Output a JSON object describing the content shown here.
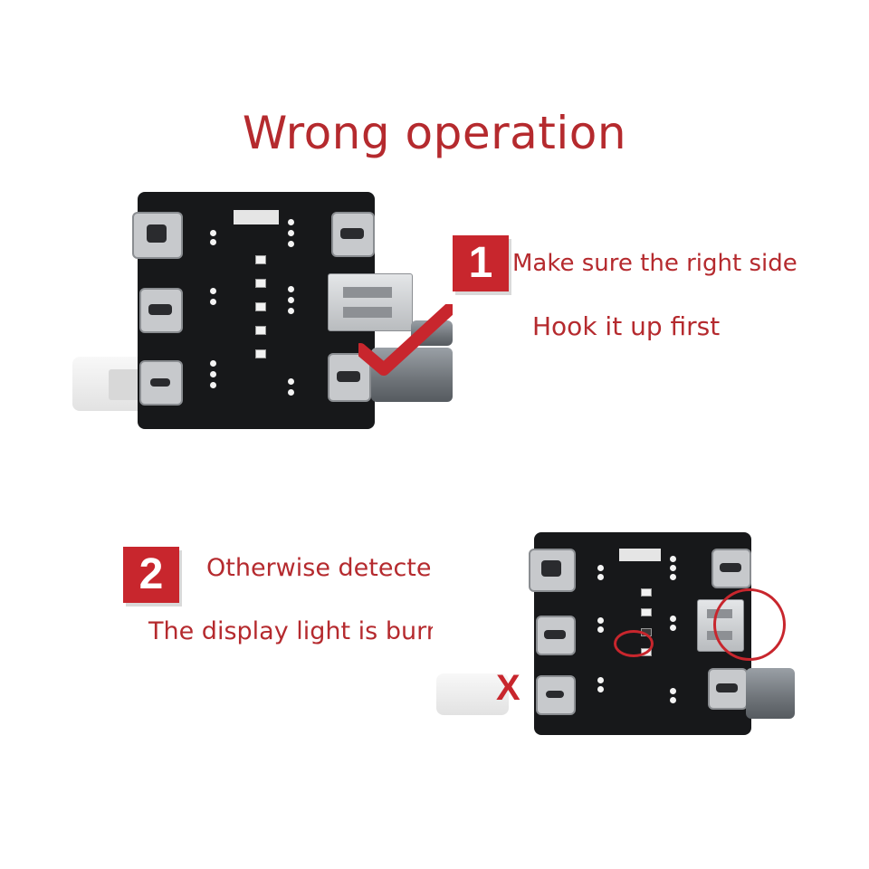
{
  "title": "Wrong operation",
  "step1": {
    "number": "1",
    "line1": "Make sure the right side",
    "line2": "Hook it up first"
  },
  "step2": {
    "number": "2",
    "line1": "Otherwise detected",
    "line2": "The display light is burnt out"
  },
  "wrong_mark": "X",
  "colors": {
    "accent": "#c8262d",
    "text": "#b52a2e",
    "board": "#17181a"
  }
}
